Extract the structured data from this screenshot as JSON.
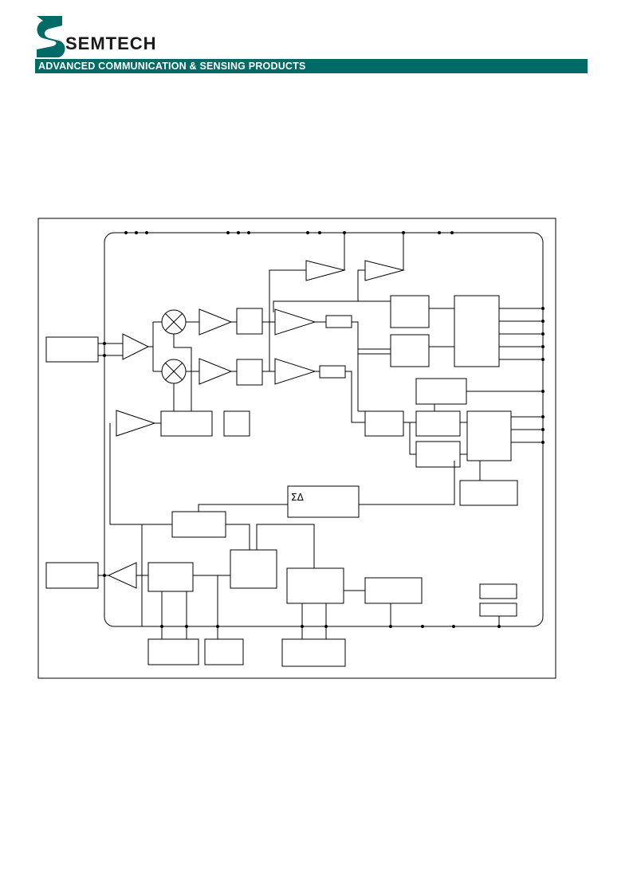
{
  "header": {
    "brand": "SEMTECH",
    "banner_text": "ADVANCED COMMUNICATION & SENSING PRODUCTS",
    "banner_color": "#006a66",
    "banner_text_color": "#ffffff",
    "logo_color": "#006a66"
  },
  "diagram": {
    "sigma_delta_label": "ΣΔ"
  }
}
